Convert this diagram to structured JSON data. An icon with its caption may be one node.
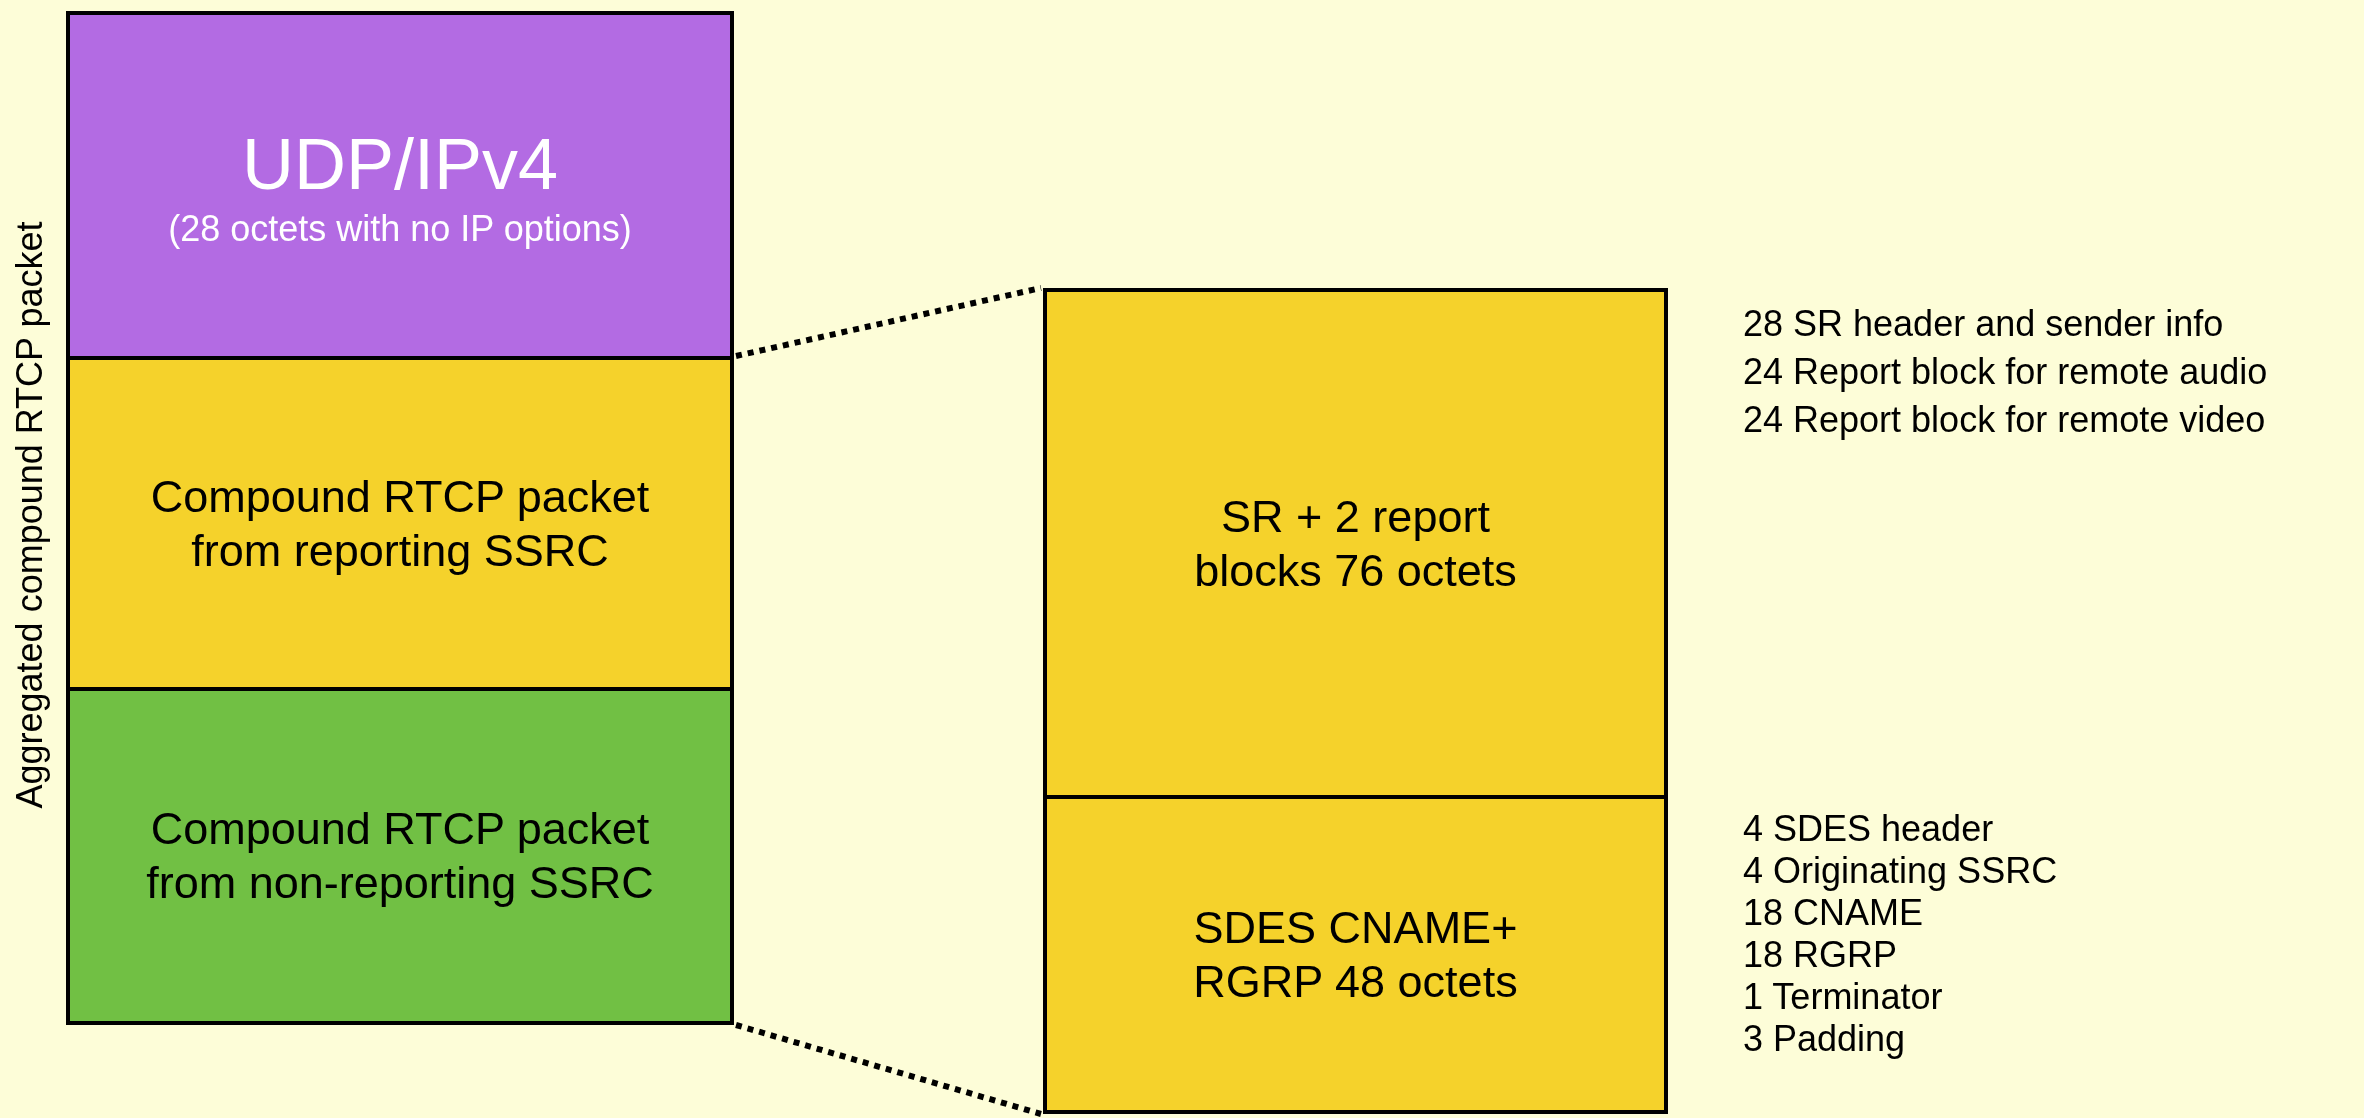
{
  "diagram": {
    "nodes": [
      {
        "text": [
          "UDP/IPv4",
          "(28 octets with no IP options)"
        ]
      },
      {
        "text": [
          "Compound RTCP packet from reporting SSRC"
        ]
      },
      {
        "text": [
          "Compound RTCP packet from non-reporting SSRC"
        ]
      },
      {
        "text": [
          "SR + 2 report blocks 76 octets"
        ],
        "beside": [
          "28 SR header and sender info",
          "24 Report block for remote audio",
          "24 Report block for remote video"
        ]
      },
      {
        "text": [
          "SDES CNAME+ RGRP 48 octets"
        ],
        "beside": [
          "4 SDES header",
          "4 Originating SSRC",
          "18 CNAME",
          "18 RGRP",
          "1 Terminator",
          "3 Padding"
        ]
      }
    ],
    "edges": [
      {
        "from": 1,
        "to": 3,
        "arrow": "none",
        "style": "dashed"
      },
      {
        "from": 2,
        "to": 4,
        "arrow": "none",
        "style": "dashed"
      }
    ],
    "labels": [
      "Aggregated compound RTCP packet"
    ]
  }
}
